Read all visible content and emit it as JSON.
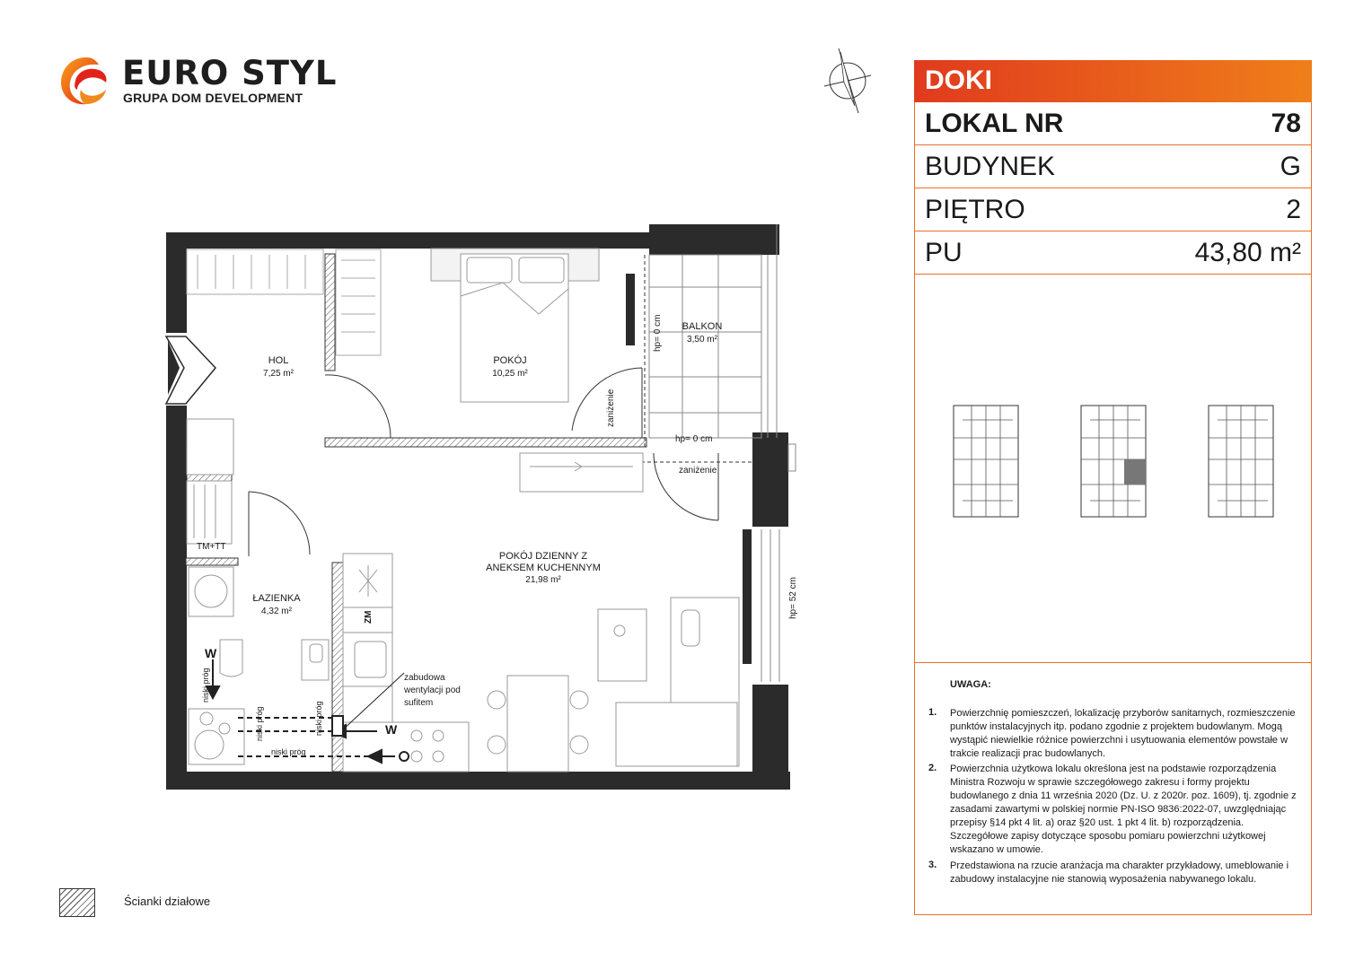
{
  "brand": {
    "name": "EURO STYL",
    "subtitle": "GRUPA DOM DEVELOPMENT"
  },
  "project": "DOKI",
  "info": [
    {
      "key": "LOKAL NR",
      "value": "78"
    },
    {
      "key": "BUDYNEK",
      "value": "G"
    },
    {
      "key": "PIĘTRO",
      "value": "2"
    },
    {
      "key": "PU",
      "value": "43,80 m²"
    }
  ],
  "rooms": {
    "hol": {
      "name": "HOL",
      "area": "7,25 m²"
    },
    "pokoj": {
      "name": "POKÓJ",
      "area": "10,25 m²"
    },
    "balkon": {
      "name": "BALKON",
      "area": "3,50 m²"
    },
    "dzienny": {
      "name1": "POKÓJ DZIENNY Z",
      "name2": "ANEKSEM KUCHENNYM",
      "area": "21,98 m²"
    },
    "lazienka": {
      "name": "ŁAZIENKA",
      "area": "4,32 m²"
    }
  },
  "labels": {
    "hp0_vertical": "hp= 0 cm",
    "hp0_horizontal": "hp= 0 cm",
    "hp52": "hp= 52 cm",
    "zanizenie1": "zaniżenie",
    "zanizenie2": "zaniżenie",
    "tmtt": "TM+TT",
    "zm": "ZM",
    "w1": "W",
    "w2": "W",
    "niski_prog1": "niski próg",
    "niski_prog2": "niski próg",
    "niski_prog3": "niski próg",
    "niski_prog4": "niski próg",
    "zabudowa1": "zabudowa",
    "zabudowa2": "wentylacji pod",
    "zabudowa3": "sufitem"
  },
  "uwaga": {
    "title": "UWAGA:",
    "notes": [
      {
        "num": "1.",
        "text": "Powierzchnię pomieszczeń, lokalizację przyborów sanitarnych, rozmieszczenie punktów instalacyjnych itp. podano zgodnie z projektem budowlanym. Mogą wystąpić niewielkie różnice powierzchni i usytuowania elementów powstałe w trakcie realizacji prac budowlanych."
      },
      {
        "num": "2.",
        "text": "Powierzchnia użytkowa lokalu określona jest na podstawie rozporządzenia Ministra Rozwoju w sprawie szczegółowego zakresu i formy projektu budowlanego z dnia 11 września 2020 (Dz. U. z 2020r. poz. 1609), tj. zgodnie z zasadami zawartymi w polskiej normie PN-ISO 9836:2022-07, uwzględniając przepisy §14 pkt 4 lit. a) oraz §20 ust. 1 pkt 4 lit. b) rozporządzenia. Szczegółowe zapisy dotyczące sposobu pomiaru powierzchni użytkowej wskazano w umowie."
      },
      {
        "num": "3.",
        "text": "Przedstawiona na rzucie aranżacja ma charakter przykładowy, umeblowanie i zabudowy instalacyjne nie stanowią wyposażenia nabywanego lokalu."
      }
    ]
  },
  "legend": {
    "text": "Ścianki działowe"
  },
  "colors": {
    "accent_start": "#e03a1e",
    "accent_end": "#ef7f1a",
    "wall": "#2b2b2b",
    "highlight": "#777777"
  }
}
